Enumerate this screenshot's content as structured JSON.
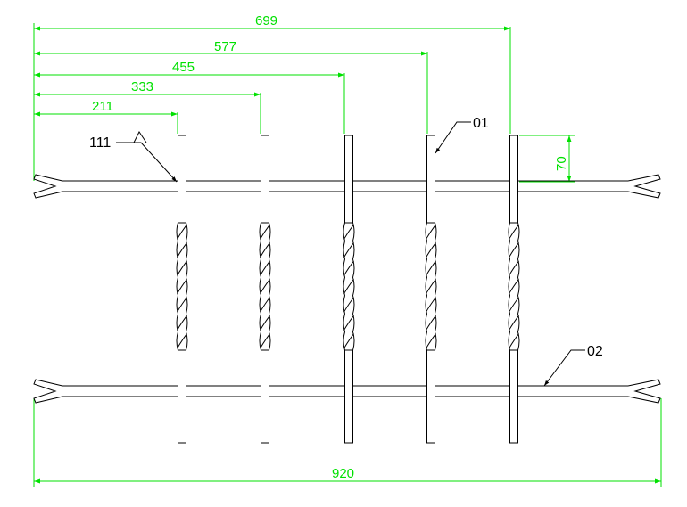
{
  "colors": {
    "background": "#ffffff",
    "linework": "#000000",
    "dimension": "#00e000"
  },
  "dimensions": {
    "d211": "211",
    "d333": "333",
    "d455": "455",
    "d577": "577",
    "d699": "699",
    "d920": "920",
    "d70": "70"
  },
  "labels": {
    "ref_111": "111",
    "ref_01": "01",
    "ref_02": "02"
  }
}
